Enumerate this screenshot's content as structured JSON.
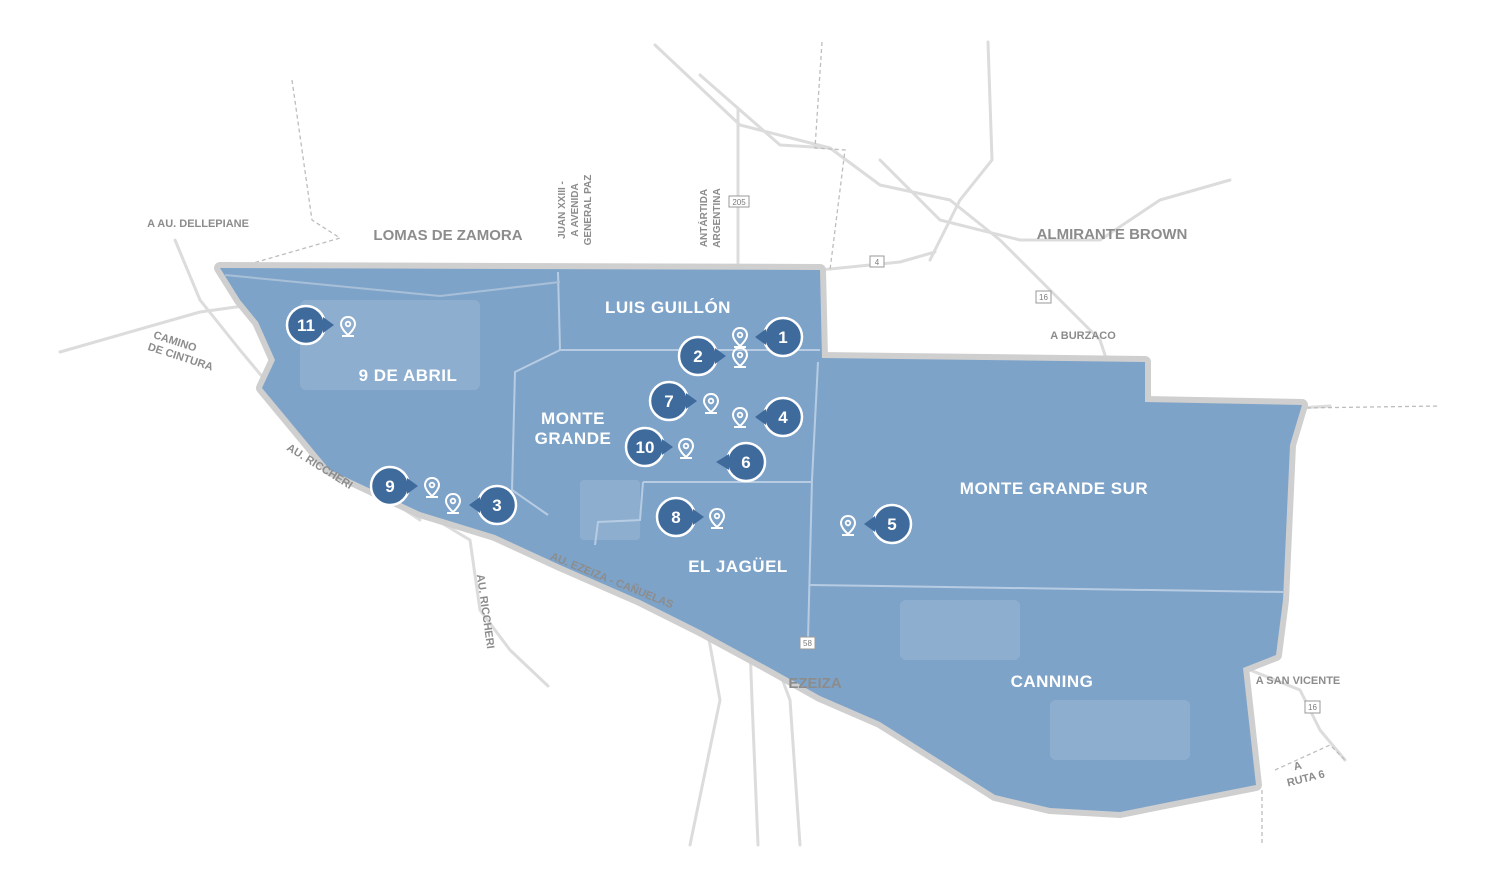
{
  "colors": {
    "zone_fill": "#7ea3c9",
    "zone_border": "#c9c9c9",
    "zone_divider": "#b4c8de",
    "road": "#d9d9d9",
    "marker": "#3f6a9c",
    "external_label": "#8c8c8c"
  },
  "zones": {
    "nueve_de_abril": "9 DE ABRIL",
    "luis_guillon": "LUIS GUILLÓN",
    "monte_grande_1": "MONTE",
    "monte_grande_2": "GRANDE",
    "el_jaguel": "EL JAGÜEL",
    "monte_grande_sur": "MONTE GRANDE SUR",
    "canning": "CANNING"
  },
  "external_labels": {
    "lomas_de_zamora": "LOMAS DE ZAMORA",
    "almirante_brown": "ALMIRANTE BROWN",
    "ezeiza": "EZEIZA",
    "a_au_dellepiane": "A AU. DELLEPIANE",
    "camino_1": "CAMINO",
    "camino_2": "DE CINTURA",
    "au_riccheri_1": "AU. RICCHERI",
    "au_riccheri_2": "AU. RICCHERI",
    "au_ezeiza_canuelas": "AU. EZEIZA - CAÑUELAS",
    "a_burzaco": "A BURZACO",
    "a_san_vicente": "A SAN VICENTE",
    "a_ruta6_1": "A",
    "a_ruta6_2": "RUTA 6",
    "juan_1": "JUAN XXIII -",
    "juan_2": "A AVENIDA",
    "juan_3": "GENERAL PAZ",
    "antartida_1": "ANTÁRTIDA",
    "antartida_2": "ARGENTINA"
  },
  "route_shields": {
    "r205": "205",
    "r4": "4",
    "r16a": "16",
    "r16b": "16",
    "r58": "58"
  },
  "markers": {
    "m1": "1",
    "m2": "2",
    "m3": "3",
    "m4": "4",
    "m5": "5",
    "m6": "6",
    "m7": "7",
    "m8": "8",
    "m9": "9",
    "m10": "10",
    "m11": "11"
  }
}
